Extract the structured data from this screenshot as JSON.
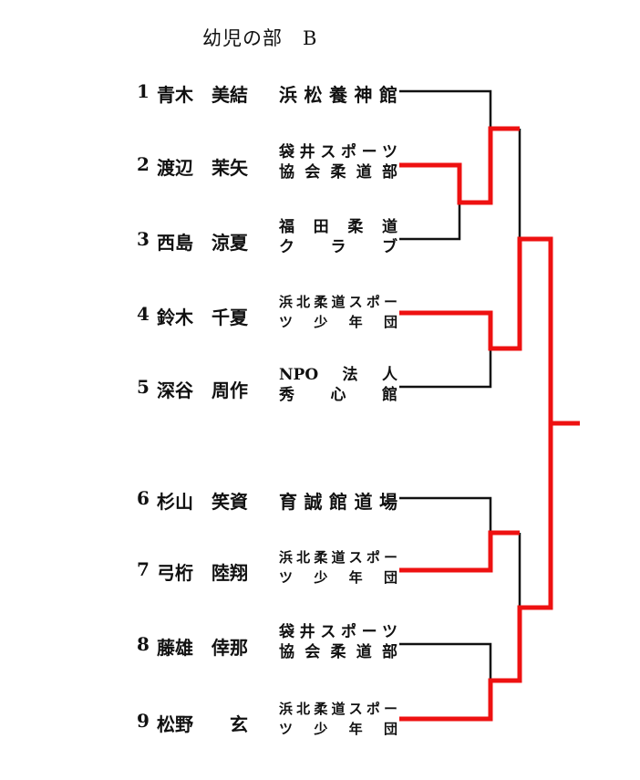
{
  "title": "幼児の部　B",
  "entries": [
    {
      "num": "1",
      "name": "青木　美結",
      "club": [
        "浜松養神館"
      ]
    },
    {
      "num": "2",
      "name": "渡辺　茉矢",
      "club": [
        "袋井スポーツ",
        "協会柔道部"
      ]
    },
    {
      "num": "3",
      "name": "西島　涼夏",
      "club": [
        "福田柔道",
        "クラブ"
      ]
    },
    {
      "num": "4",
      "name": "鈴木　千夏",
      "club": [
        "浜北柔道スポー",
        "ツ少年団"
      ]
    },
    {
      "num": "5",
      "name": "深谷　周作",
      "club": [
        "NPO法人",
        "秀心館"
      ]
    },
    {
      "num": "6",
      "name": "杉山　笑資",
      "club": [
        "育誠館道場"
      ]
    },
    {
      "num": "7",
      "name": "弓桁　陸翔",
      "club": [
        "浜北柔道スポー",
        "ツ少年団"
      ]
    },
    {
      "num": "8",
      "name": "藤雄　倖那",
      "club": [
        "袋井スポーツ",
        "協会柔道部"
      ]
    },
    {
      "num": "9",
      "name": "松野　　玄",
      "club": [
        "浜北柔道スポー",
        "ツ少年団"
      ]
    }
  ],
  "colors": {
    "winner": "#ee1111",
    "line": "#111111"
  }
}
